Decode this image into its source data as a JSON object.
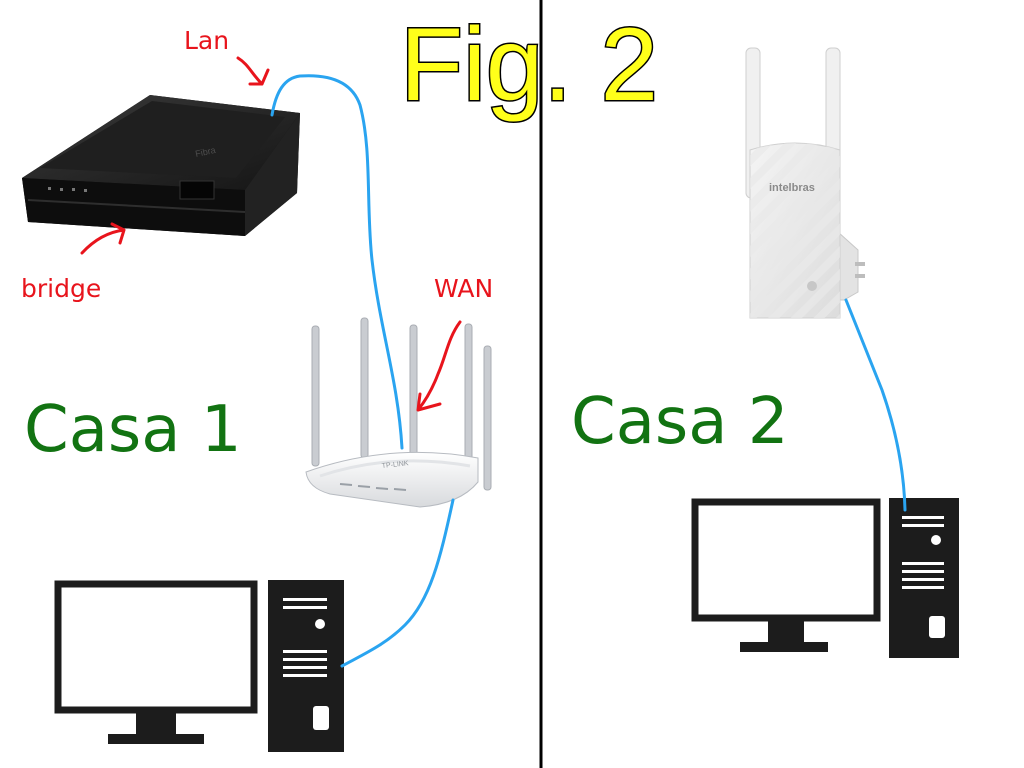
{
  "title": "Fig. 2",
  "labels": {
    "lan": "Lan",
    "bridge": "bridge",
    "wan": "WAN",
    "casa1": "Casa 1",
    "casa2": "Casa 2"
  },
  "devices": {
    "modem_brand": "Fibra",
    "router_brand": "TP-LINK",
    "extender_brand": "intelbras"
  },
  "colors": {
    "annotation": "#e8141c",
    "house_label": "#127312",
    "title_fill": "#ffff1a",
    "cable": "#2aa4f0",
    "device_dark": "#1c1c1c"
  }
}
